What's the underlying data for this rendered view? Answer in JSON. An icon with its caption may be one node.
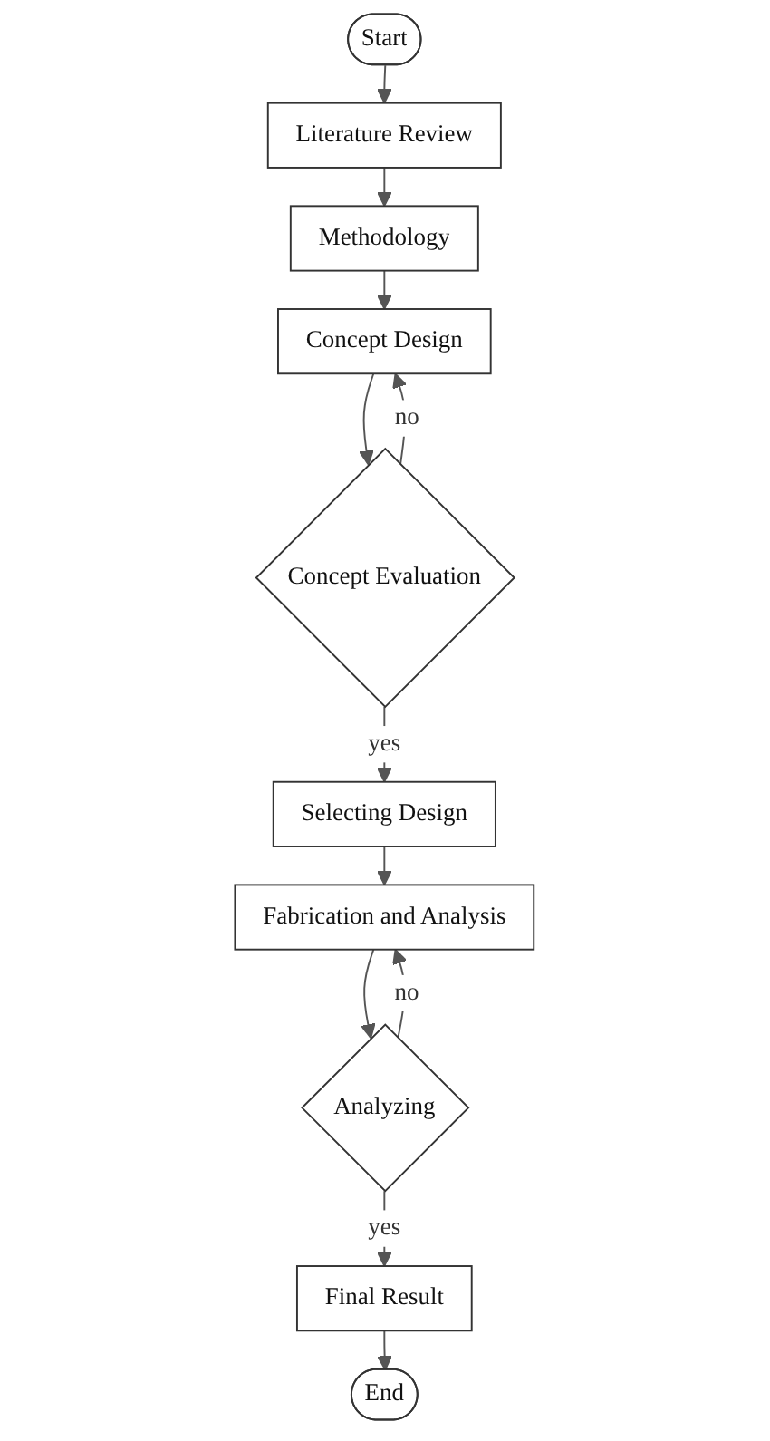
{
  "diagram": {
    "nodes": [
      {
        "text": [
          "Start"
        ]
      },
      {
        "text": [
          "Literature Review"
        ]
      },
      {
        "text": [
          "Methodology"
        ]
      },
      {
        "text": [
          "Concept Design"
        ]
      },
      {
        "text": [
          "Concept Evaluation"
        ]
      },
      {
        "text": [
          "Selecting Design"
        ]
      },
      {
        "text": [
          "Fabrication and Analysis"
        ]
      },
      {
        "text": [
          "Analyzing"
        ]
      },
      {
        "text": [
          "Final Result"
        ]
      },
      {
        "text": [
          "End"
        ]
      }
    ],
    "edges": [
      {
        "from": 0,
        "to": 1,
        "arrow": "to"
      },
      {
        "from": 1,
        "to": 2,
        "arrow": "to"
      },
      {
        "from": 2,
        "to": 3,
        "arrow": "to"
      },
      {
        "from": 3,
        "to": 4,
        "arrow": "to"
      },
      {
        "from": 4,
        "to": 3,
        "arrow": "to",
        "label": "no"
      },
      {
        "from": 4,
        "to": 5,
        "arrow": "to",
        "label": "yes"
      },
      {
        "from": 5,
        "to": 6,
        "arrow": "to"
      },
      {
        "from": 6,
        "to": 7,
        "arrow": "to"
      },
      {
        "from": 7,
        "to": 6,
        "arrow": "to",
        "label": "no"
      },
      {
        "from": 7,
        "to": 8,
        "arrow": "to",
        "label": "yes"
      },
      {
        "from": 8,
        "to": 9,
        "arrow": "to"
      }
    ]
  }
}
